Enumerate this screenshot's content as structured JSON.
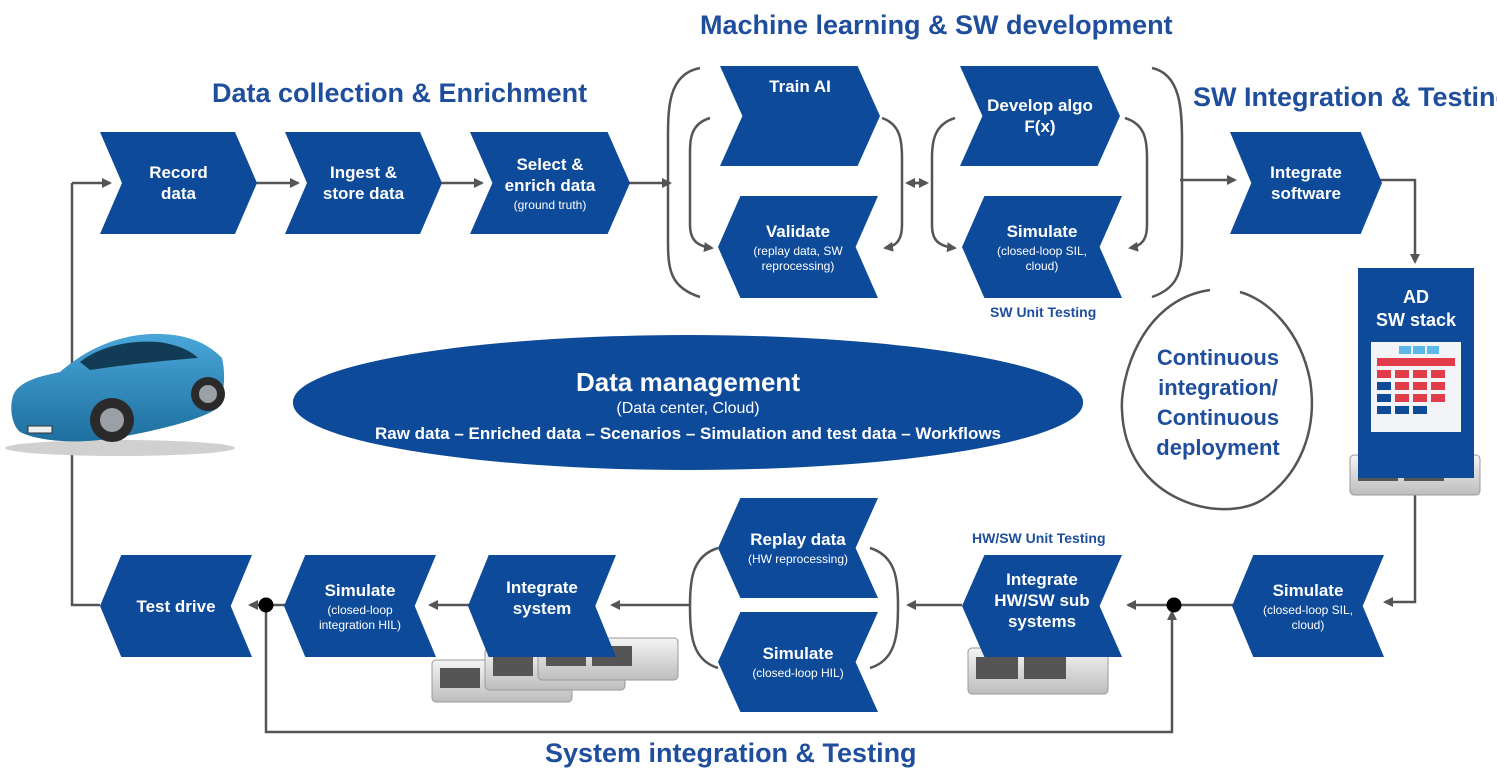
{
  "headers": {
    "data_collection": "Data collection & Enrichment",
    "ml_dev": "Machine learning  & SW development",
    "sw_integration": "SW Integration & Testing",
    "system_integration": "System integration & Testing"
  },
  "steps": {
    "record": {
      "title": "Record data"
    },
    "ingest": {
      "title": "Ingest & store data"
    },
    "select": {
      "title": "Select & enrich data",
      "sub": "(ground truth)"
    },
    "train": {
      "title": "Train AI"
    },
    "validate": {
      "title": "Validate",
      "sub": "(replay data, SW reprocessing)"
    },
    "develop": {
      "title": "Develop algo F(x)"
    },
    "simulate_sil": {
      "title": "Simulate",
      "sub": "(closed-loop SIL, cloud)"
    },
    "integrate_sw": {
      "title": "Integrate software"
    },
    "simulate_sil2": {
      "title": "Simulate",
      "sub": "(closed-loop SIL, cloud)"
    },
    "integrate_hwsw": {
      "title": "Integrate HW/SW sub systems"
    },
    "replay": {
      "title": "Replay data",
      "sub": "(HW reprocessing)"
    },
    "simulate_hil": {
      "title": "Simulate",
      "sub": "(closed-loop HIL)"
    },
    "integrate_system": {
      "title": "Integrate system"
    },
    "simulate_int_hil": {
      "title": "Simulate",
      "sub": "(closed-loop integration HIL)"
    },
    "test_drive": {
      "title": "Test drive"
    }
  },
  "labels": {
    "sw_unit_testing": "SW Unit Testing",
    "hwsw_unit_testing": "HW/SW Unit Testing"
  },
  "data_management": {
    "title": "Data management",
    "subtitle": "(Data center, Cloud)",
    "items": "Raw data – Enriched data – Scenarios – Simulation and test data – Workflows"
  },
  "cicd": {
    "line1": "Continuous",
    "line2": "integration/",
    "line3": "Continuous",
    "line4": "deployment"
  },
  "ad_stack": {
    "line1": "AD",
    "line2": "SW stack"
  },
  "colors": {
    "primary": "#0d4a9a",
    "header": "#1f4e9c",
    "arrow": "#555555"
  }
}
